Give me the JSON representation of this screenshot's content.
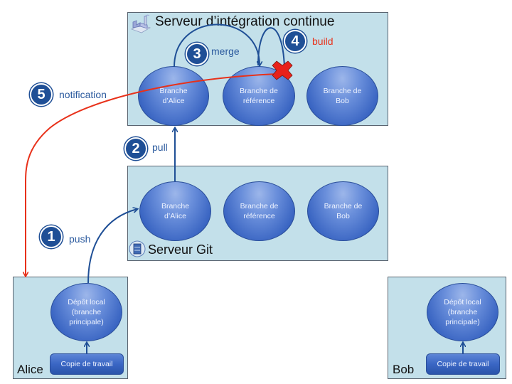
{
  "colors": {
    "box_fill": "#c3e0ea",
    "box_border": "#5a6470",
    "flow_arrow": "#1f4f96",
    "notification_arrow": "#e8311a",
    "step_label": "#2b5a9e",
    "build_label": "#e8311a",
    "error_cross": "#e8211a"
  },
  "ci_server": {
    "title": "Serveur d’intégration continue",
    "icon": "factory-icon",
    "branches": [
      "Branche\nd’Alice",
      "Branche de\nréférence",
      "Branche de\nBob"
    ]
  },
  "git_server": {
    "title": "Serveur Git",
    "icon": "server-icon",
    "branches": [
      "Branche\nd’Alice",
      "Branche de\nréférence",
      "Branche de\nBob"
    ]
  },
  "alice": {
    "title": "Alice",
    "repo": "Dépôt local\n(branche\nprincipale)",
    "working_copy": "Copie de travail"
  },
  "bob": {
    "title": "Bob",
    "repo": "Dépôt local\n(branche\nprincipale)",
    "working_copy": "Copie de travail"
  },
  "steps": [
    {
      "number": "1",
      "label": "push"
    },
    {
      "number": "2",
      "label": "pull"
    },
    {
      "number": "3",
      "label": "merge"
    },
    {
      "number": "4",
      "label": "build"
    },
    {
      "number": "5",
      "label": "notification"
    }
  ],
  "build_status": "failed-cross-icon"
}
